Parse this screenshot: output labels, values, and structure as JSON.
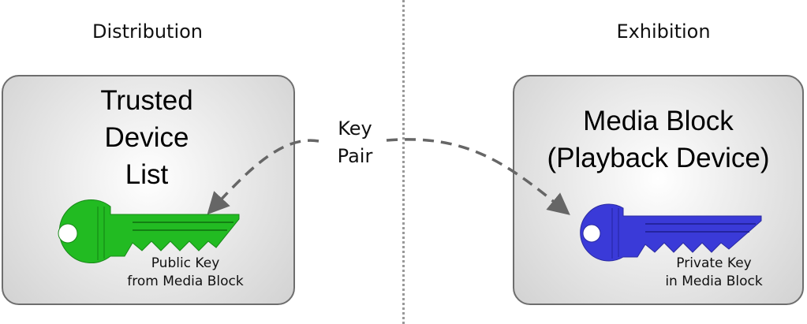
{
  "headers": {
    "left": "Distribution",
    "right": "Exhibition"
  },
  "left_box": {
    "title_lines": [
      "Trusted",
      "Device",
      "List"
    ],
    "caption_lines": [
      "Public Key",
      "from Media Block"
    ],
    "key_color": "#22bb22"
  },
  "right_box": {
    "title_lines": [
      "Media Block",
      "(Playback Device)"
    ],
    "caption_lines": [
      "Private Key",
      "in Media Block"
    ],
    "key_color": "#3a3ad8"
  },
  "center": {
    "label_lines": [
      "Key",
      "Pair"
    ]
  }
}
